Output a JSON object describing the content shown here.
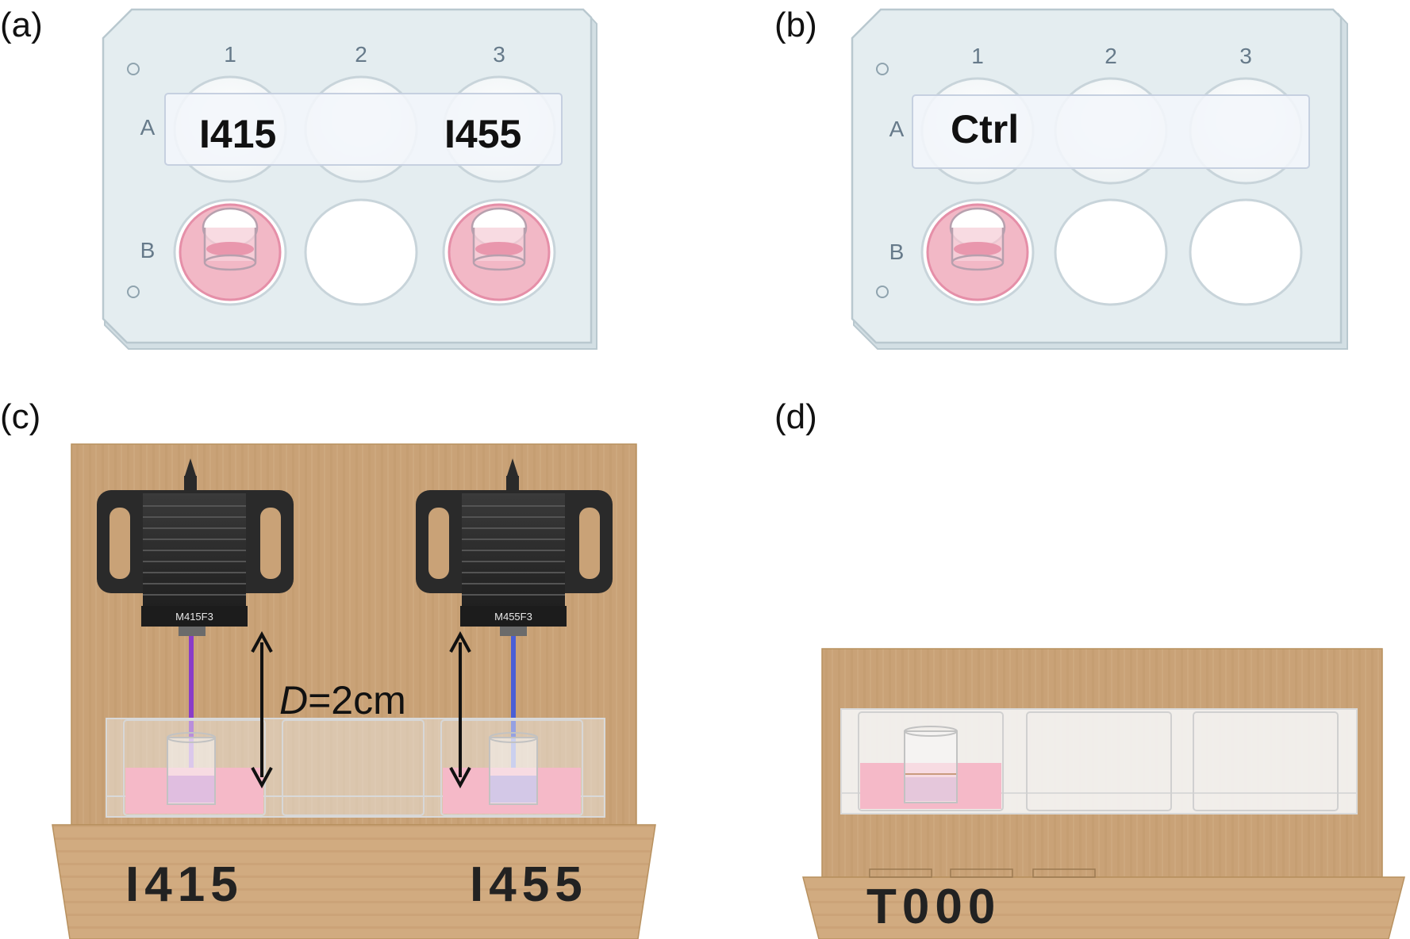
{
  "panels": {
    "a": {
      "tag": "(a)",
      "columns": [
        "1",
        "2",
        "3"
      ],
      "rows": [
        "A",
        "B"
      ],
      "labels": [
        "I415",
        "I455"
      ]
    },
    "b": {
      "tag": "(b)",
      "columns": [
        "1",
        "2",
        "3"
      ],
      "rows": [
        "A",
        "B"
      ],
      "labels": [
        "Ctrl"
      ]
    },
    "c": {
      "tag": "(c)",
      "module_left": "M415F3",
      "module_right": "M455F3",
      "distance_symbol": "D",
      "distance_value": "=2cm",
      "box_labels": [
        "I415",
        "I455"
      ]
    },
    "d": {
      "tag": "(d)",
      "box_label": "T000"
    }
  },
  "colors": {
    "plate_fill": "#e4edf0",
    "plate_stroke": "#b9c8cf",
    "medium_pink": "#f2b8c6",
    "insert_ring": "#e58fa8",
    "cardboard": "#c9a277",
    "cardboard_dark": "#b8915f",
    "led_body": "#2a2a2a",
    "beam_415": "#8a3cc9",
    "beam_455": "#4a5fd6"
  },
  "icons": [
    "led-module-icon",
    "culture-insert-icon",
    "double-arrow-icon"
  ]
}
